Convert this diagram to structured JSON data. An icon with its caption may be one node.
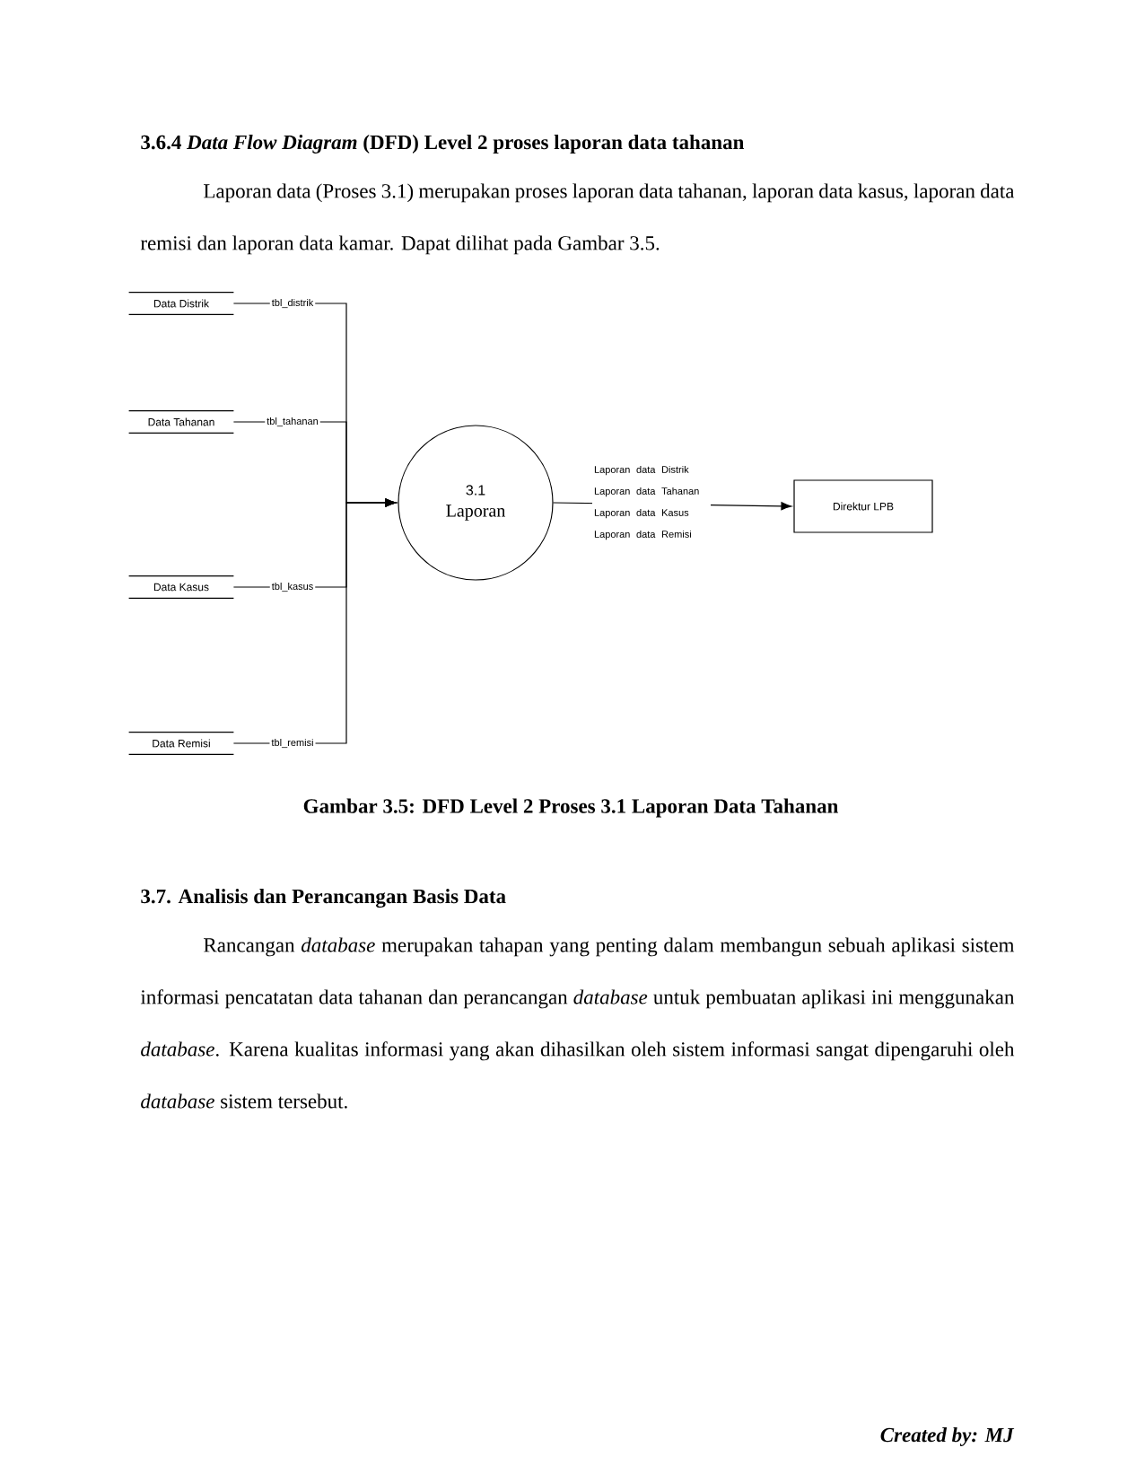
{
  "diagram": {
    "title": "3.6.4 *Data Flow Diagram* (DFD) Level 2 proses laporan data tahanan",
    "caption": "Gambar 3.5: DFD Level 2 Proses 3.1 Laporan Data Tahanan",
    "nodes": [
      {
        "text": [
          "Data Distrik"
        ]
      },
      {
        "text": [
          "Data Tahanan"
        ]
      },
      {
        "text": [
          "Data Kasus"
        ]
      },
      {
        "text": [
          "Data Remisi"
        ]
      },
      {
        "text": [
          "3.1",
          "Laporan"
        ]
      },
      {
        "text": [
          "Direktur LPB"
        ]
      }
    ],
    "edges": [
      {
        "from": 0,
        "to": 4,
        "arrow": "to",
        "label": "tbl_distrik"
      },
      {
        "from": 1,
        "to": 4,
        "arrow": "to",
        "label": "tbl_tahanan"
      },
      {
        "from": 2,
        "to": 4,
        "arrow": "to",
        "label": "tbl_kasus"
      },
      {
        "from": 3,
        "to": 4,
        "arrow": "to",
        "label": "tbl_remisi"
      },
      {
        "from": 4,
        "to": 5,
        "arrow": "to",
        "label": "Laporan data Distrik Laporan data Tahanan Laporan data Kasus Laporan data Remisi"
      }
    ],
    "labels": [
      "Laporan data (Proses 3.1) merupakan proses laporan data tahanan, laporan data kasus, laporan data remisi dan laporan data kamar. Dapat dilihat pada Gambar 3.5.",
      "3.7. Analisis dan Perancangan Basis Data",
      "Rancangan *database* merupakan tahapan yang penting dalam membangun sebuah aplikasi sistem informasi pencatatan data tahanan dan perancangan *database* untuk pembuatan aplikasi ini menggunakan *database*. Karena kualitas informasi yang akan dihasilkan oleh sistem informasi sangat dipengaruhi oleh *database* sistem tersebut.",
      "Created by: MJ"
    ]
  }
}
